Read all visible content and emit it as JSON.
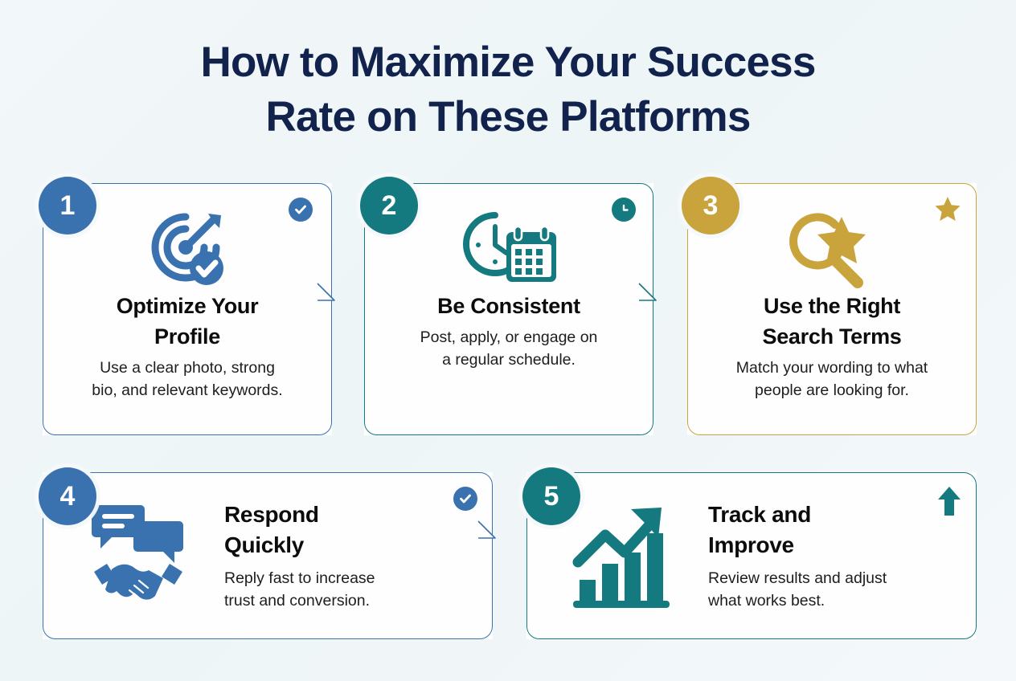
{
  "title": {
    "line1": "How to Maximize Your Success",
    "line2": "Rate on These Platforms"
  },
  "colors": {
    "blue": "#3a72b0",
    "teal": "#157a7f",
    "gold": "#c9a33b",
    "title_navy": "#11224d",
    "background": "#f2f7f9",
    "card_background": "#ffffff",
    "body_text": "#1d1d1d"
  },
  "cards": [
    {
      "number": "1",
      "theme": "blue",
      "title": "Optimize Your\nProfile",
      "description": "Use a clear photo, strong\nbio, and relevant keywords.",
      "icon": "target-arrow-check-icon",
      "corner_icon": "check-circle-icon",
      "layout": "vertical"
    },
    {
      "number": "2",
      "theme": "teal",
      "title": "Be Consistent",
      "description": "Post, apply, or engage on\na regular schedule.",
      "icon": "clock-calendar-icon",
      "corner_icon": "clock-circle-icon",
      "layout": "vertical"
    },
    {
      "number": "3",
      "theme": "gold",
      "title": "Use the Right\nSearch Terms",
      "description": "Match your wording to what\npeople are looking for.",
      "icon": "magnifier-star-icon",
      "corner_icon": "star-icon",
      "layout": "vertical"
    },
    {
      "number": "4",
      "theme": "blue",
      "title": "Respond\nQuickly",
      "description": "Reply fast to increase\ntrust and conversion.",
      "icon": "chat-handshake-icon",
      "corner_icon": "check-circle-icon",
      "layout": "horizontal"
    },
    {
      "number": "5",
      "theme": "teal",
      "title": "Track and\nImprove",
      "description": "Review results and adjust\nwhat works best.",
      "icon": "growth-chart-arrow-icon",
      "corner_icon": "arrow-up-icon",
      "layout": "horizontal"
    }
  ]
}
